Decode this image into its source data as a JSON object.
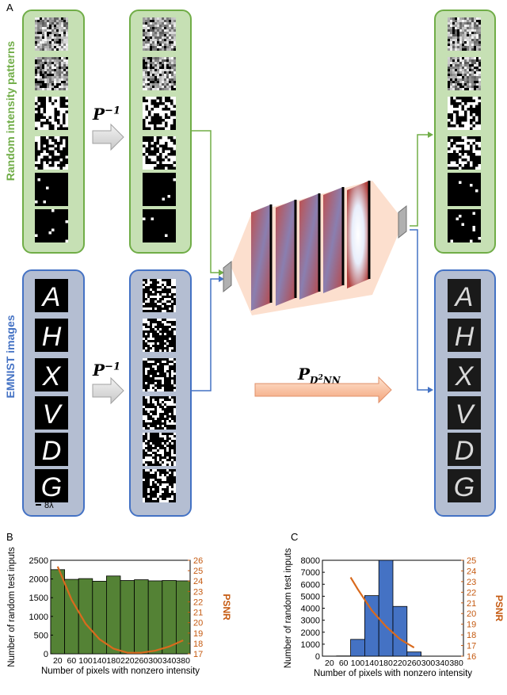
{
  "panels": {
    "a": "A",
    "b": "B",
    "c": "C"
  },
  "labels": {
    "random_patterns": "Random intensity patterns",
    "emnist": "EMNIST images",
    "scale_bar": "8λ"
  },
  "operators": {
    "p_inverse_base": "P",
    "p_inverse_exp": "−1",
    "pd2nn_base": "P",
    "pd2nn_sub": "D",
    "pd2nn_sub_exp": "2",
    "pd2nn_sub_rest": "NN"
  },
  "emnist_letters": [
    "A",
    "H",
    "X",
    "V",
    "D",
    "G"
  ],
  "colors": {
    "green_fill": "#c6e0b4",
    "green_border": "#70ad47",
    "blue_fill": "#b4bed2",
    "blue_border": "#4472c4",
    "bar_green": "#548235",
    "bar_blue": "#4472c4",
    "psnr_orange": "#c55a11"
  },
  "chart_data": [
    {
      "type": "bar",
      "panel": "B",
      "xlabel": "Number of pixels with nonzero intensity",
      "ylabel": "Number of random test inputs",
      "y2label": "PSNR",
      "categories": [
        20,
        60,
        100,
        140,
        180,
        220,
        260,
        300,
        340,
        380
      ],
      "tick_labels": [
        "20",
        "60",
        "100",
        "140",
        "180",
        "220",
        "260",
        "300",
        "340",
        "380"
      ],
      "values": [
        2250,
        1990,
        2010,
        1940,
        2080,
        1960,
        1980,
        1950,
        1960,
        1950
      ],
      "ylim": [
        0,
        2500
      ],
      "yticks": [
        0,
        500,
        1000,
        1500,
        2000,
        2500
      ],
      "y2lim": [
        17,
        26
      ],
      "y2ticks": [
        17,
        18,
        19,
        20,
        21,
        22,
        23,
        24,
        25,
        26
      ],
      "psnr_curve": {
        "x": [
          20,
          60,
          100,
          140,
          180,
          220,
          260,
          300,
          340,
          380
        ],
        "y": [
          25.4,
          22.2,
          19.9,
          18.4,
          17.5,
          17.1,
          17.1,
          17.3,
          17.7,
          18.3
        ]
      }
    },
    {
      "type": "bar",
      "panel": "C",
      "xlabel": "Number of pixels with nonzero intensity",
      "ylabel": "Number of random test inputs",
      "y2label": "PSNR",
      "categories": [
        20,
        60,
        100,
        140,
        180,
        220,
        260,
        300,
        340,
        380
      ],
      "tick_labels": [
        "20",
        "60",
        "100",
        "140",
        "180",
        "220",
        "260",
        "300",
        "340",
        "380"
      ],
      "values": [
        0,
        20,
        1400,
        5050,
        8000,
        4150,
        350,
        0,
        0,
        0
      ],
      "ylim": [
        0,
        8000
      ],
      "yticks": [
        0,
        1000,
        2000,
        3000,
        4000,
        5000,
        6000,
        7000,
        8000
      ],
      "y2lim": [
        16,
        25
      ],
      "y2ticks": [
        16,
        17,
        18,
        19,
        20,
        21,
        22,
        23,
        24,
        25
      ],
      "psnr_curve": {
        "x": [
          80,
          100,
          140,
          180,
          220,
          260
        ],
        "y": [
          23.4,
          22.3,
          20.3,
          18.8,
          17.6,
          16.8
        ]
      }
    }
  ]
}
